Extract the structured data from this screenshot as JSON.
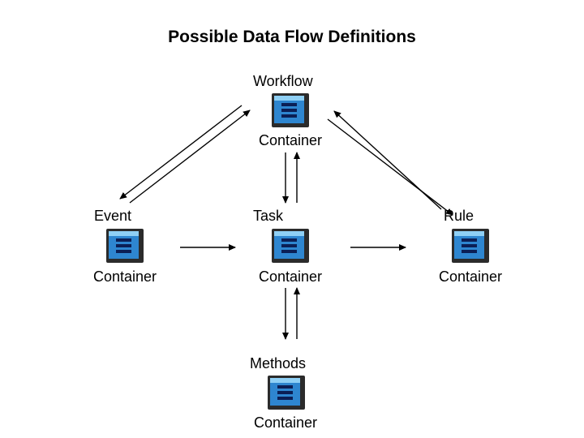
{
  "title": "Possible Data Flow Definitions",
  "nodes": {
    "workflow": {
      "name": "Workflow",
      "type": "Container",
      "icon": "container-icon"
    },
    "event": {
      "name": "Event",
      "type": "Container",
      "icon": "container-icon"
    },
    "task": {
      "name": "Task",
      "type": "Container",
      "icon": "container-icon"
    },
    "rule": {
      "name": "Rule",
      "type": "Container",
      "icon": "container-icon"
    },
    "methods": {
      "name": "Methods",
      "type": "Container",
      "icon": "container-icon"
    }
  },
  "edges": [
    {
      "from": "workflow",
      "to": "event",
      "direction": "both"
    },
    {
      "from": "workflow",
      "to": "rule",
      "direction": "both"
    },
    {
      "from": "workflow",
      "to": "task",
      "direction": "both"
    },
    {
      "from": "event",
      "to": "task",
      "direction": "forward"
    },
    {
      "from": "task",
      "to": "rule",
      "direction": "forward"
    },
    {
      "from": "task",
      "to": "methods",
      "direction": "both"
    }
  ],
  "colors": {
    "icon_frame": "#2b2b2b",
    "icon_fill": "#2e86d0",
    "icon_fill_light": "#8fd0f5",
    "icon_bars": "#0b1f55",
    "arrow": "#000000"
  }
}
